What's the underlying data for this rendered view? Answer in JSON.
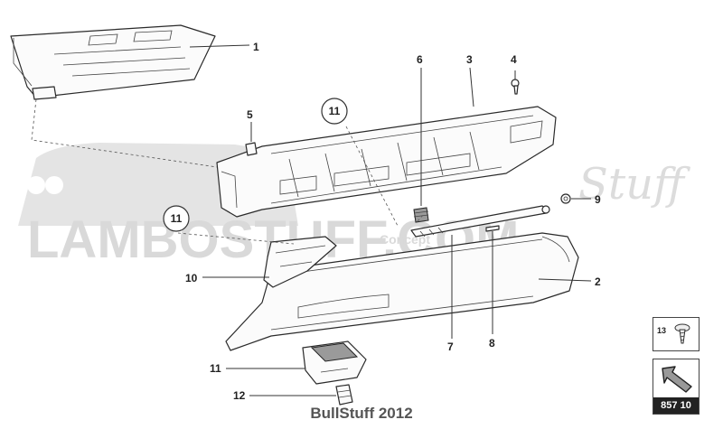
{
  "watermark": {
    "text": "LAMBOSTUFF.COM",
    "script": "Stuff",
    "small": "Concept"
  },
  "footer": "BullStuff 2012",
  "callouts": {
    "c1": "1",
    "c2": "2",
    "c3": "3",
    "c4": "4",
    "c5": "5",
    "c6": "6",
    "c7": "7",
    "c8": "8",
    "c9": "9",
    "c10": "10",
    "c11a": "11",
    "c11b": "11",
    "c11c": "11",
    "c12": "12"
  },
  "legend_box": {
    "number": "13"
  },
  "page_box": {
    "page": "857 10"
  }
}
